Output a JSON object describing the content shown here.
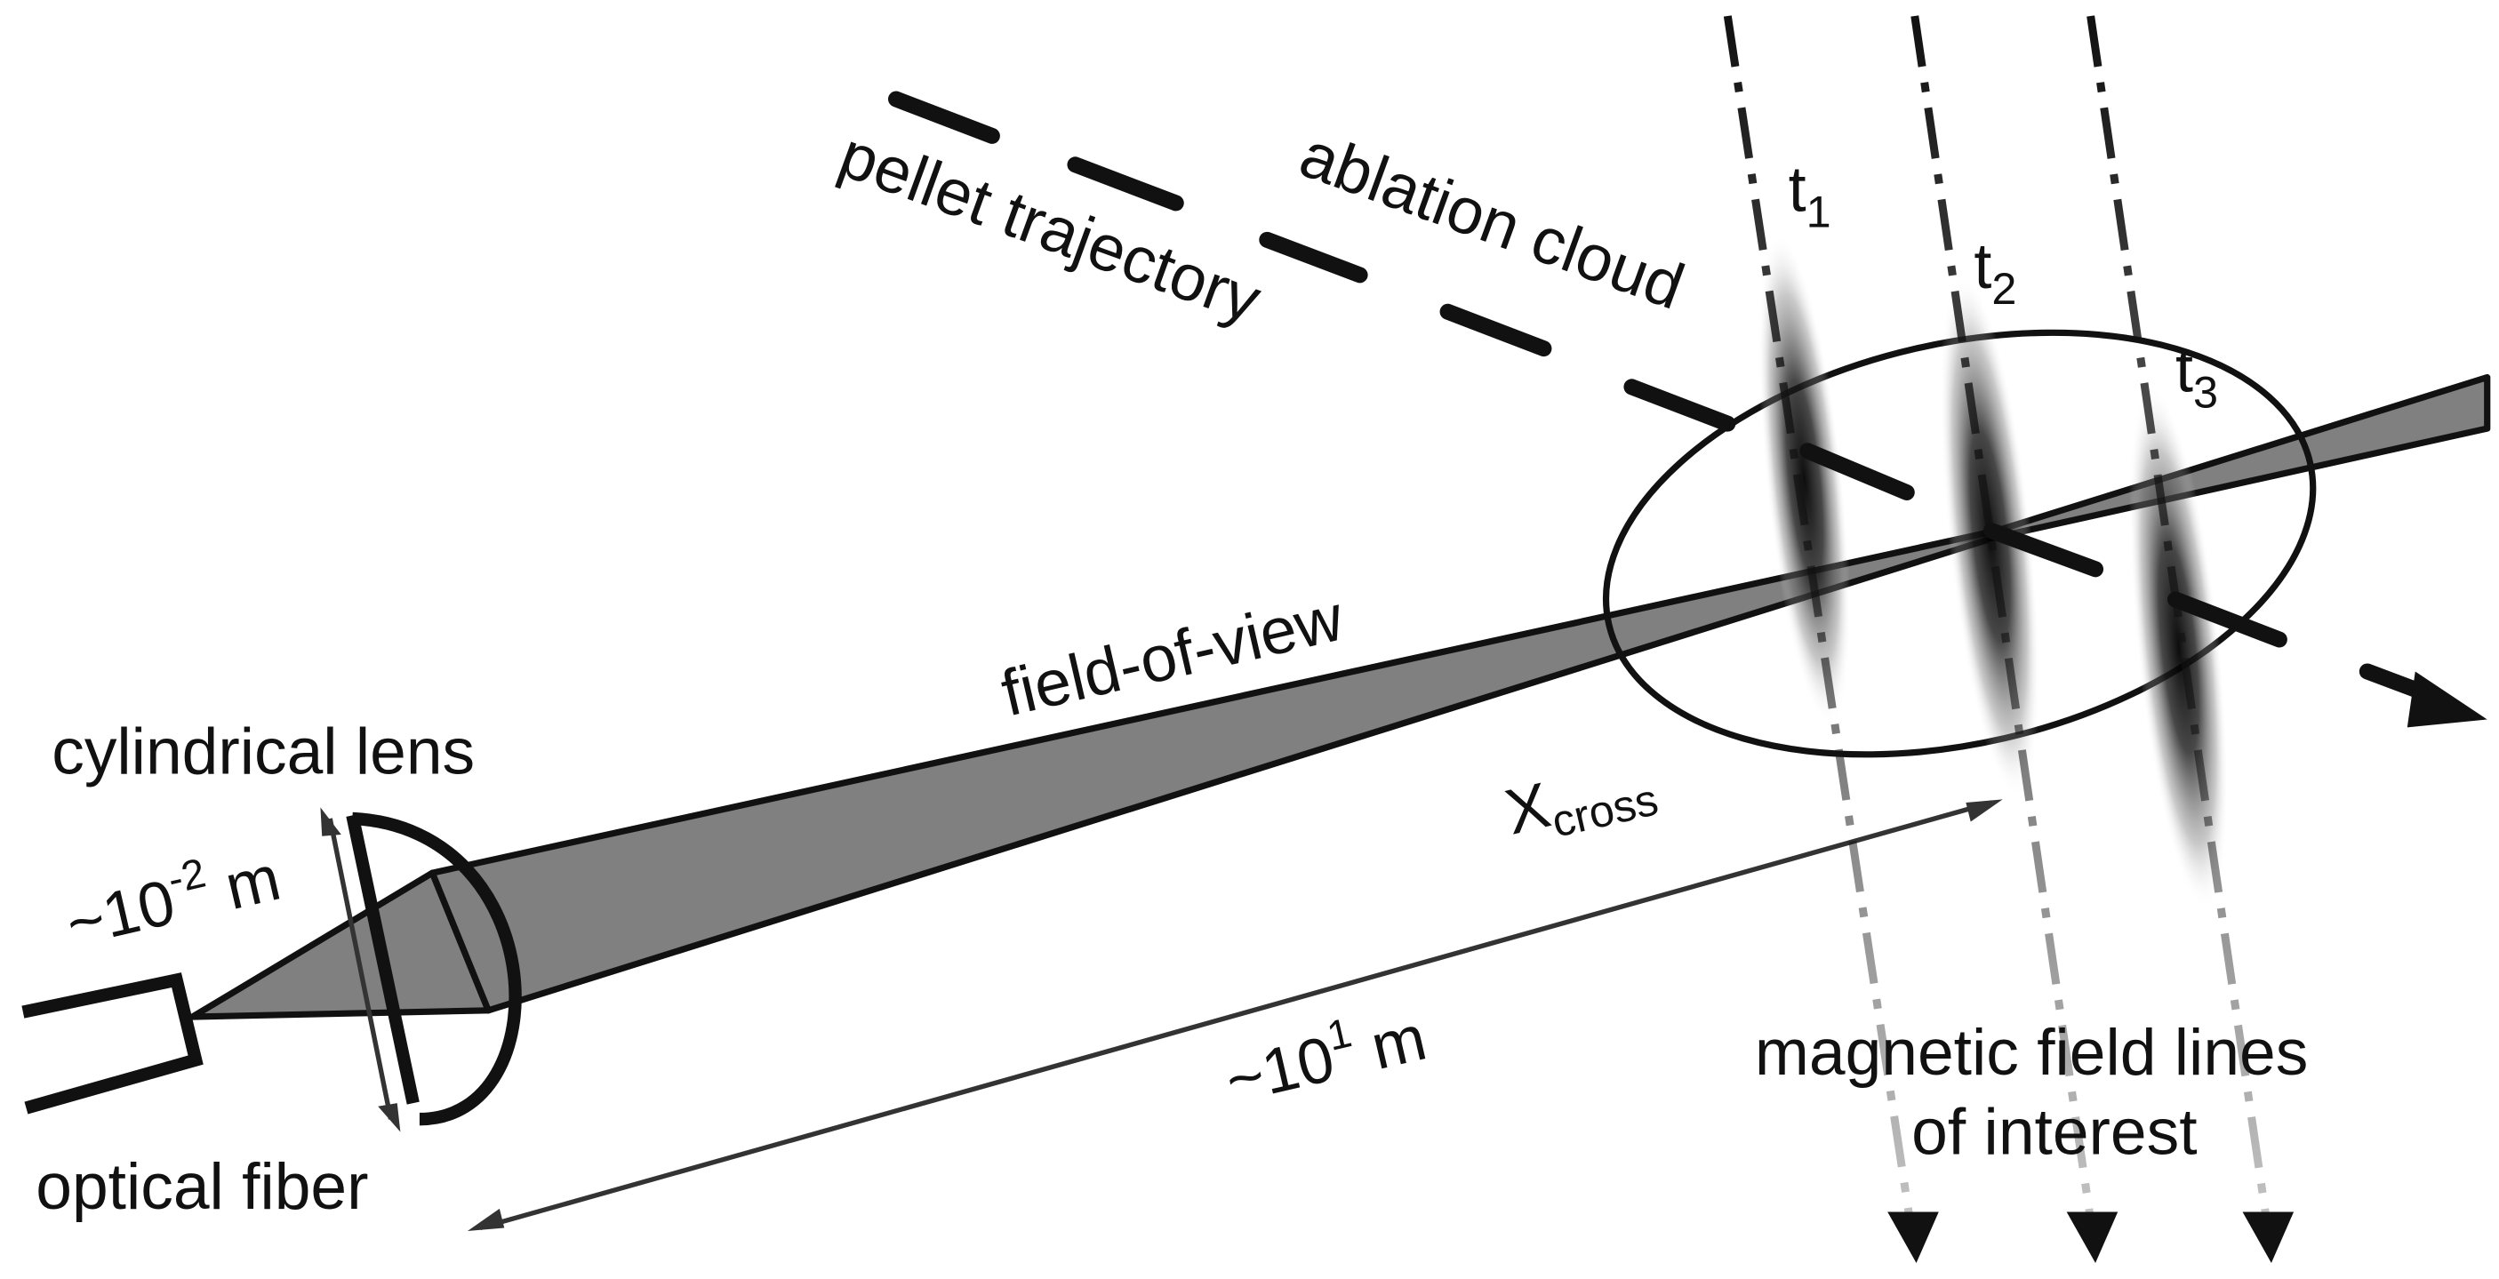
{
  "labels": {
    "pellet_trajectory": "pellet trajectory",
    "ablation_cloud": "ablation cloud",
    "t1": {
      "base": "t",
      "sub": "1"
    },
    "t2": {
      "base": "t",
      "sub": "2"
    },
    "t3": {
      "base": "t",
      "sub": "3"
    },
    "field_of_view": "field-of-view",
    "cylindrical_lens": "cylindrical lens",
    "lens_size": {
      "base": "~10",
      "exp": "-2",
      "unit": " m"
    },
    "x_cross": {
      "base": "X",
      "sub": "cross"
    },
    "distance": {
      "base": "~10",
      "exp": "1",
      "unit": " m"
    },
    "magnetic_field_lines_1": "magnetic field lines",
    "magnetic_field_lines_2": "of interest",
    "optical_fiber": "optical fiber"
  },
  "colors": {
    "ink": "#111111",
    "fov_fill": "#808080",
    "arrow_gray": "#333333"
  }
}
